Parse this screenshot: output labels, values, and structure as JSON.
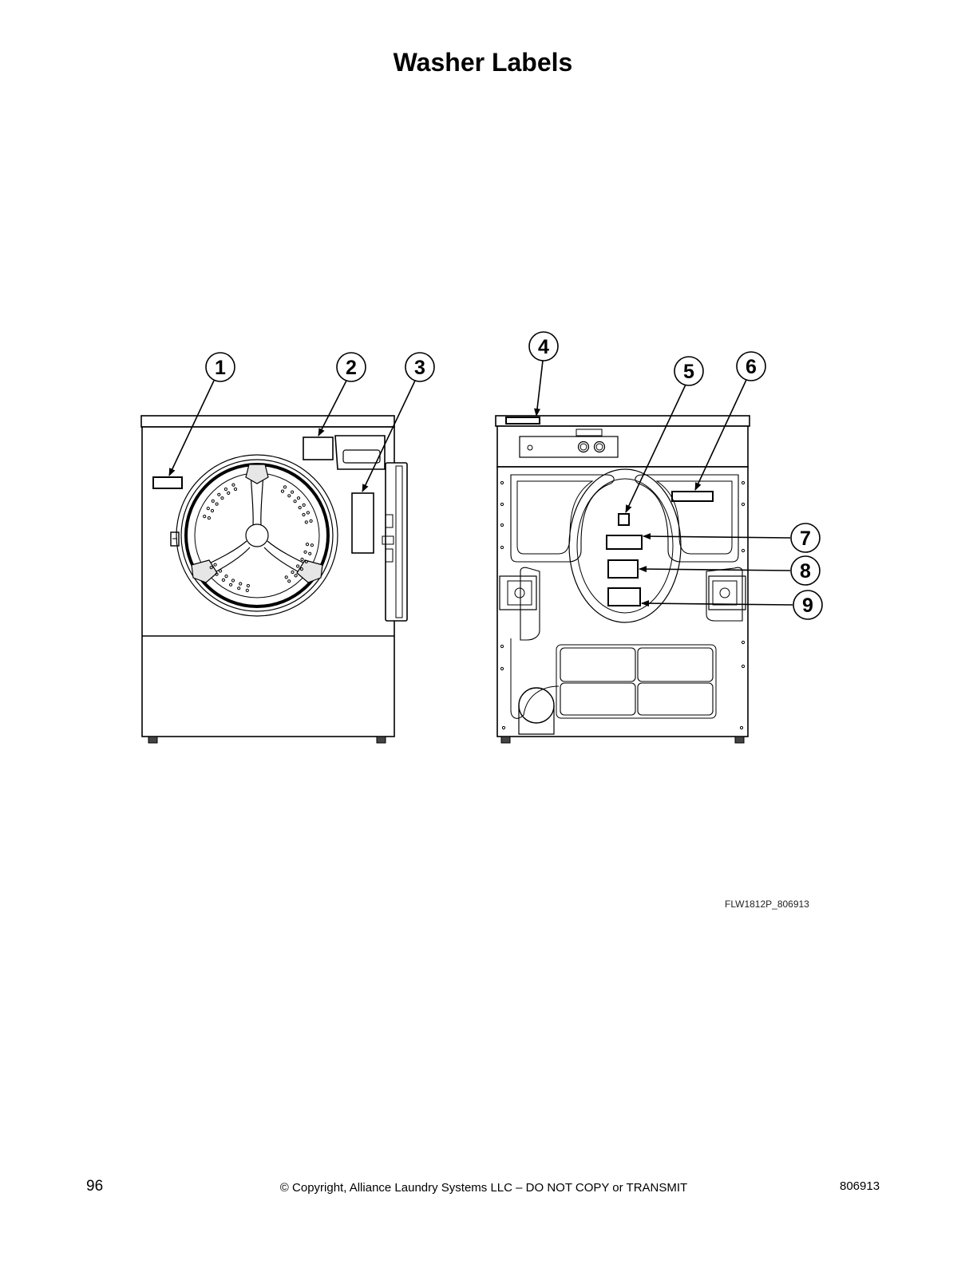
{
  "page": {
    "title": "Washer Labels",
    "figure_code": "FLW1812P_806913",
    "footer": {
      "page_number": "96",
      "copyright": "© Copyright, Alliance Laundry Systems LLC – DO NOT COPY or TRANSMIT",
      "document_number": "806913"
    }
  },
  "diagram": {
    "callouts": [
      "1",
      "2",
      "3",
      "4",
      "5",
      "6",
      "7",
      "8",
      "9"
    ]
  }
}
